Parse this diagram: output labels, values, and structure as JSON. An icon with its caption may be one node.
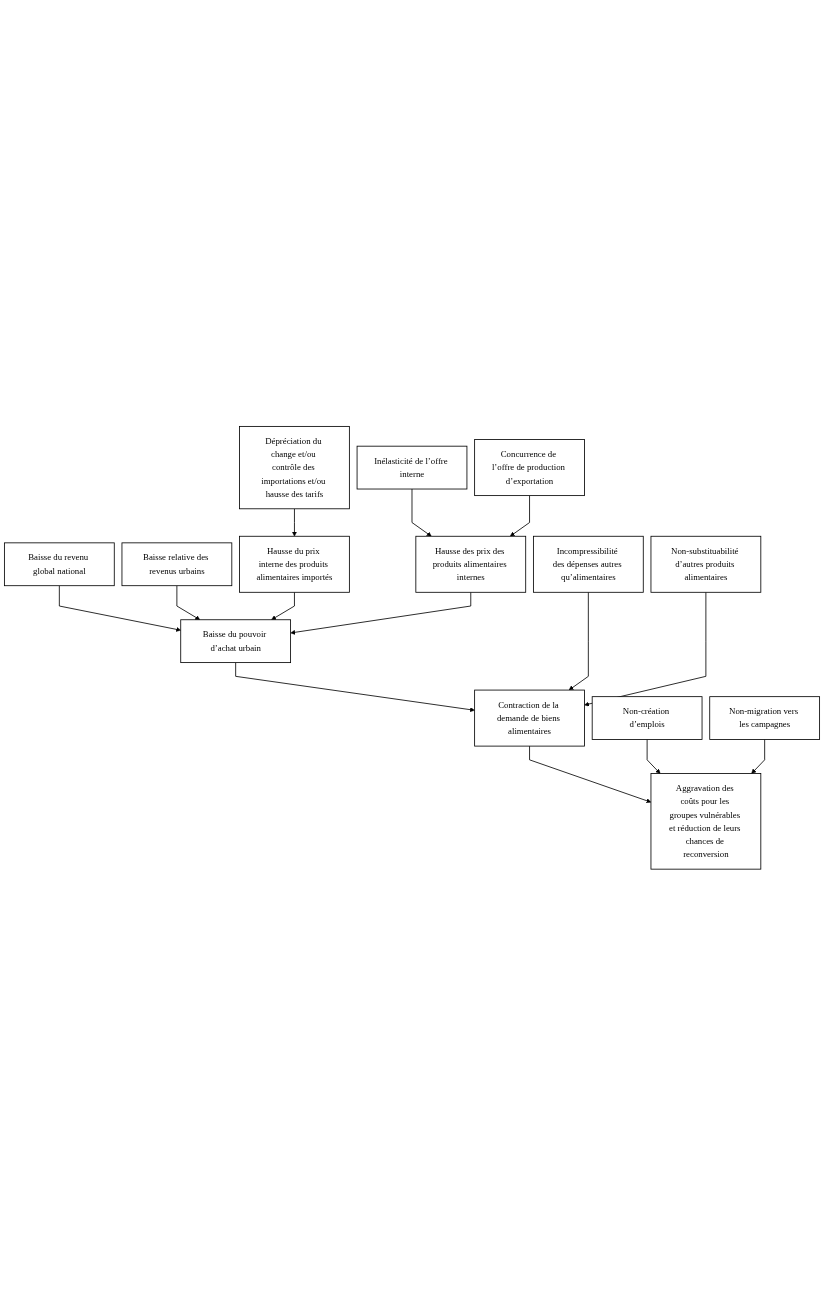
{
  "diagram": {
    "nodes": [
      {
        "text": [
          "Baisse du revenu global national"
        ]
      },
      {
        "text": [
          "Baisse relative des revenus urbains"
        ]
      },
      {
        "text": [
          "Dépréciation du change et/ou contrôle des importations et/ou hausse des tarifs"
        ]
      },
      {
        "text": [
          "Hausse du prix interne des produits alimentaires importés"
        ]
      },
      {
        "text": [
          "Inélasticité de l’offre interne"
        ]
      },
      {
        "text": [
          "Hausse des prix des produits alimentaires internes"
        ]
      },
      {
        "text": [
          "Concurrence de l’offre de production d’exportation"
        ]
      },
      {
        "text": [
          "Baisse du pouvoir d’achat urbain"
        ]
      },
      {
        "text": [
          "Incompressibilité des dépenses autres qu’alimentaires"
        ]
      },
      {
        "text": [
          "Contraction de la demande de biens alimentaires"
        ]
      },
      {
        "text": [
          "Non-substituabilité d’autres produits alimentaires"
        ]
      },
      {
        "text": [
          "Non-création d’emplois"
        ]
      },
      {
        "text": [
          "Aggravation des coûts pour les groupes vulnérables et réduction de leurs chances de reconversion"
        ]
      },
      {
        "text": [
          "Non-migration vers les campagnes"
        ]
      }
    ],
    "edges": [
      {
        "from": 0,
        "to": 7,
        "arrow": "to"
      },
      {
        "from": 1,
        "to": 7,
        "arrow": "to"
      },
      {
        "from": 2,
        "to": 3,
        "arrow": "to"
      },
      {
        "from": 3,
        "to": 7,
        "arrow": "to"
      },
      {
        "from": 5,
        "to": 7,
        "arrow": "to"
      },
      {
        "from": 4,
        "to": 5,
        "arrow": "to"
      },
      {
        "from": 6,
        "to": 5,
        "arrow": "to"
      },
      {
        "from": 7,
        "to": 9,
        "arrow": "to"
      },
      {
        "from": 8,
        "to": 9,
        "arrow": "to"
      },
      {
        "from": 10,
        "to": 9,
        "arrow": "to"
      },
      {
        "from": 9,
        "to": 12,
        "arrow": "to"
      },
      {
        "from": 11,
        "to": 12,
        "arrow": "to"
      },
      {
        "from": 13,
        "to": 12,
        "arrow": "to"
      }
    ]
  }
}
